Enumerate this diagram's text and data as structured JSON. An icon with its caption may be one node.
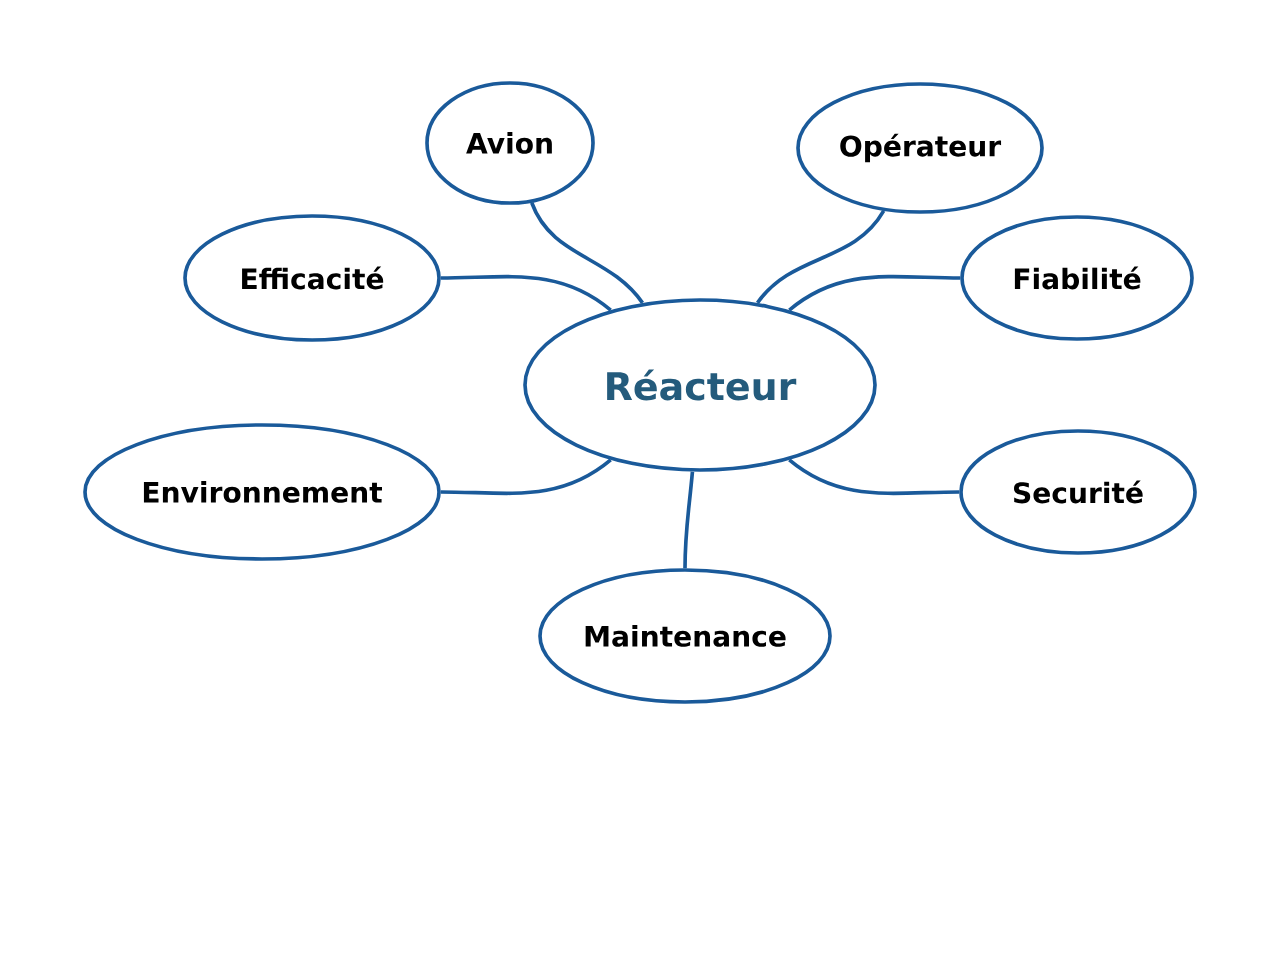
{
  "diagram": {
    "nodes": [
      {
        "text": [
          "Réacteur"
        ]
      },
      {
        "text": [
          "Avion"
        ]
      },
      {
        "text": [
          "Opérateur"
        ]
      },
      {
        "text": [
          "Efficacité"
        ]
      },
      {
        "text": [
          "Fiabilité"
        ]
      },
      {
        "text": [
          "Environnement"
        ]
      },
      {
        "text": [
          "Securité"
        ]
      },
      {
        "text": [
          "Maintenance"
        ]
      }
    ],
    "edges": [
      {
        "from": 0,
        "to": 1,
        "arrow": "none"
      },
      {
        "from": 0,
        "to": 2,
        "arrow": "none"
      },
      {
        "from": 0,
        "to": 3,
        "arrow": "none"
      },
      {
        "from": 0,
        "to": 4,
        "arrow": "none"
      },
      {
        "from": 0,
        "to": 5,
        "arrow": "none"
      },
      {
        "from": 0,
        "to": 6,
        "arrow": "none"
      },
      {
        "from": 0,
        "to": 7,
        "arrow": "none"
      }
    ]
  }
}
